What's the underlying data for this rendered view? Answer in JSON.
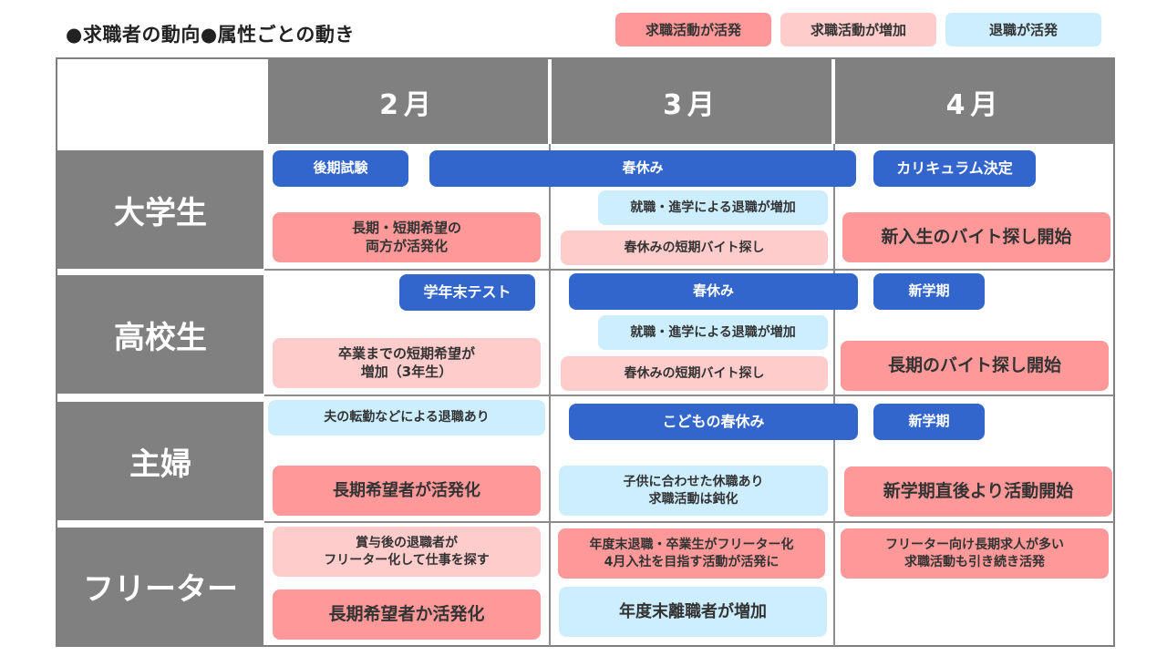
{
  "title": "●求職者の動向●属性ごとの動き",
  "legend": [
    {
      "label": "求職活動が活発",
      "color": "#ff9999"
    },
    {
      "label": "求職活動が増加",
      "color": "#ffcccc"
    },
    {
      "label": "退職が活発",
      "color": "#cceeff"
    }
  ],
  "columns": [
    "2月",
    "3月",
    "4月"
  ],
  "rows": [
    {
      "label": "大学生",
      "events": [
        "後期試験",
        "春休み",
        "カリキュラム決定"
      ],
      "notes": [
        "長期・短期希望の\n両方が活発化",
        "就職・進学による退職が増加",
        "春休みの短期バイト探し",
        "新入生のバイト探し開始"
      ]
    },
    {
      "label": "高校生",
      "events": [
        "学年末テスト",
        "春休み",
        "新学期"
      ],
      "notes": [
        "卒業までの短期希望が\n増加（3年生）",
        "就職・進学による退職が増加",
        "春休みの短期バイト探し",
        "長期のバイト探し開始"
      ]
    },
    {
      "label": "主婦",
      "events": [
        "こどもの春休み",
        "新学期"
      ],
      "notes": [
        "夫の転勤などによる退職あり",
        "長期希望者が活発化",
        "子供に合わせた休職あり\n求職活動は鈍化",
        "新学期直後より活動開始"
      ]
    },
    {
      "label": "フリーター",
      "events": [],
      "notes": [
        "賞与後の退職者が\nフリーター化して仕事を探す",
        "長期希望者か活発化",
        "年度末退職・卒業生がフリーター化\n4月入社を目指す活動が活発に",
        "年度末離職者が増加",
        "フリーター向け長期求人が多い\n求職活動も引き続き活発"
      ]
    }
  ],
  "colors": {
    "header_gray": "#808080",
    "event_blue": "#3366cc",
    "active_red": "#ff9999",
    "increase_pink": "#ffcccc",
    "retire_lightblue": "#cceeff"
  }
}
